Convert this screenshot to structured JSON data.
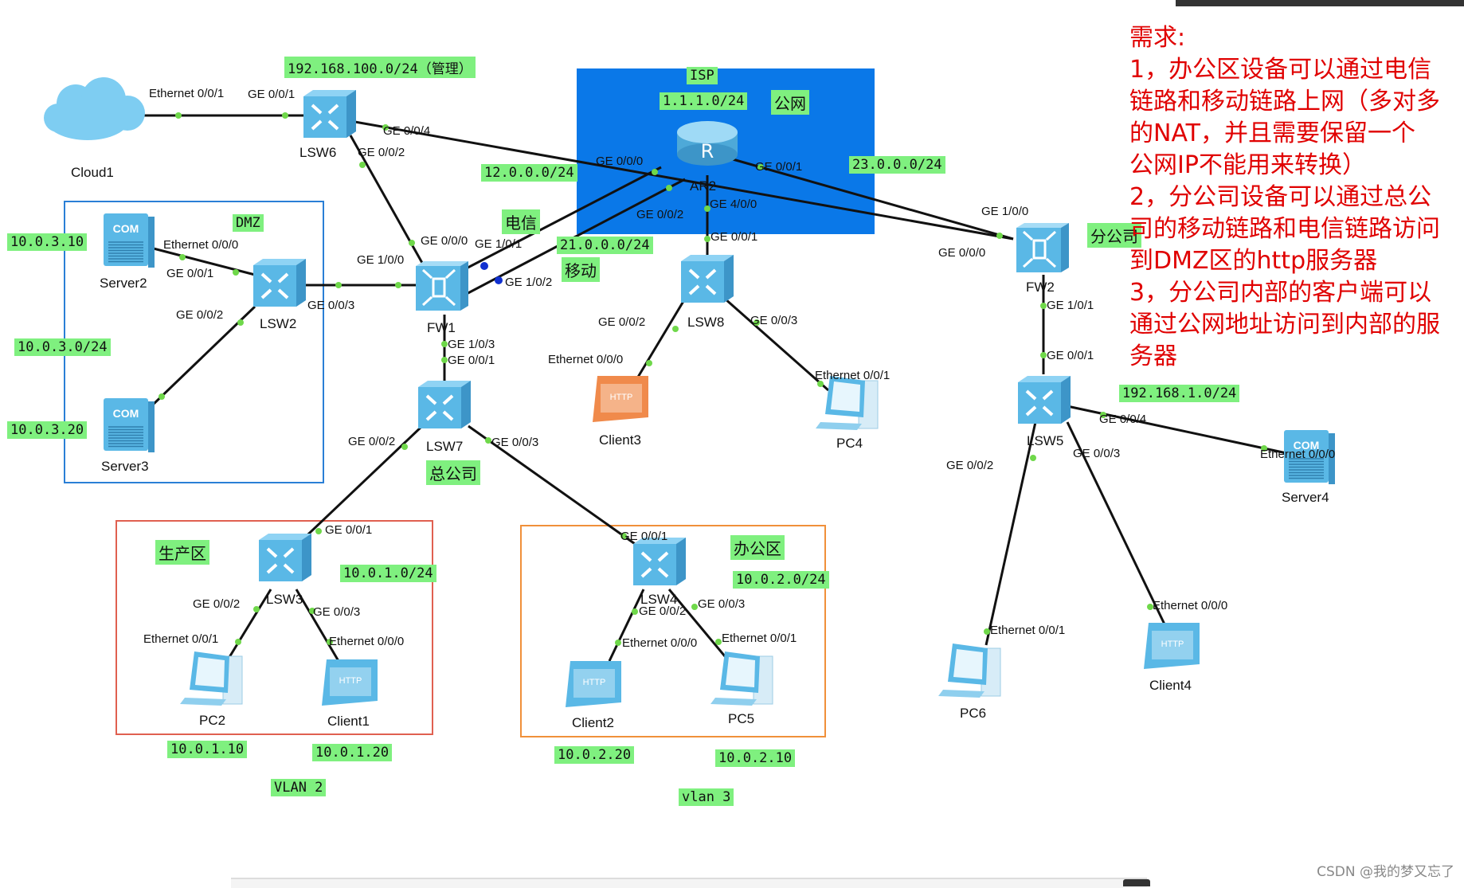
{
  "devices": {
    "cloud1": "Cloud1",
    "lsw6": "LSW6",
    "lsw2": "LSW2",
    "server2": "Server2",
    "server3": "Server3",
    "fw1": "FW1",
    "ar2": "AR2",
    "lsw8": "LSW8",
    "client3": "Client3",
    "pc4": "PC4",
    "lsw7": "LSW7",
    "lsw3": "LSW3",
    "pc2": "PC2",
    "client1": "Client1",
    "lsw4": "LSW4",
    "client2": "Client2",
    "pc5": "PC5",
    "fw2": "FW2",
    "lsw5": "LSW5",
    "server4": "Server4",
    "pc6": "PC6",
    "client4": "Client4"
  },
  "icon_glyphs": {
    "router": "R",
    "server": "COM",
    "http": "HTTP"
  },
  "ports": [
    "Ethernet 0/0/1",
    "GE 0/0/1",
    "GE 0/0/4",
    "GE 0/0/2",
    "GE 0/0/0",
    "GE 0/0/1",
    "GE 0/0/2",
    "GE 4/0/0",
    "Ethernet 0/0/0",
    "GE 0/0/1",
    "GE 0/0/2",
    "GE 0/0/3",
    "GE 1/0/0",
    "GE 0/0/0",
    "GE 1/0/1",
    "GE 1/0/2",
    "GE 1/0/3",
    "GE 0/0/1",
    "GE 0/0/1",
    "GE 0/0/2",
    "GE 0/0/3",
    "Ethernet 0/0/0",
    "Ethernet 0/0/1",
    "GE 0/0/2",
    "GE 0/0/3",
    "GE 0/0/1",
    "GE 0/0/2",
    "GE 0/0/3",
    "Ethernet 0/0/1",
    "Ethernet 0/0/0",
    "GE 0/0/1",
    "GE 0/0/2",
    "GE 0/0/3",
    "Ethernet 0/0/0",
    "Ethernet 0/0/1",
    "GE 1/0/0",
    "GE 0/0/0",
    "GE 1/0/1",
    "GE 0/0/1",
    "GE 0/0/4",
    "GE 0/0/3",
    "GE 0/0/2",
    "Ethernet 0/0/0",
    "Ethernet 0/0/1",
    "Ethernet 0/0/0"
  ],
  "tags": {
    "mgmt": "192.168.100.0/24（管理）",
    "isp": "ISP",
    "isp_net": "1.1.1.0/24",
    "public": "公网",
    "net12": "12.0.0.0/24",
    "net23": "23.0.0.0/24",
    "telecom": "电信",
    "net21": "21.0.0.0/24",
    "mobile": "移动",
    "dmz": "DMZ",
    "ip_3_10": "10.0.3.10",
    "net_3": "10.0.3.0/24",
    "ip_3_20": "10.0.3.20",
    "hq": "总公司",
    "branch": "分公司",
    "net_branch": "192.168.1.0/24",
    "prod": "生产区",
    "net_1": "10.0.1.0/24",
    "office": "办公区",
    "net_2": "10.0.2.0/24",
    "ip_1_10": "10.0.1.10",
    "ip_1_20": "10.0.1.20",
    "ip_2_20": "10.0.2.20",
    "ip_2_10": "10.0.2.10",
    "vlan2": "VLAN 2",
    "vlan3": "vlan 3"
  },
  "requirements": {
    "title": "需求:",
    "lines": [
      "1，办公区设备可以通过电信",
      "链路和移动链路上网（多对多",
      "的NAT，并且需要保留一个",
      "公网IP不能用来转换）",
      "2，分公司设备可以通过总公",
      "司的移动链路和电信链路访问",
      "到DMZ区的http服务器",
      "3，分公司内部的客户端可以",
      "通过公网地址访问到内部的服",
      "务器"
    ]
  },
  "watermark": "CSDN @我的梦又忘了",
  "colors": {
    "isp_zone": "#0a78e8",
    "tag_bg": "#7ff07f",
    "requirement_text": "#e00000",
    "device_blue": "#5ab8e6",
    "dmz_border": "#2a7fd6",
    "prod_border": "#e06050",
    "office_border": "#f0903a"
  }
}
